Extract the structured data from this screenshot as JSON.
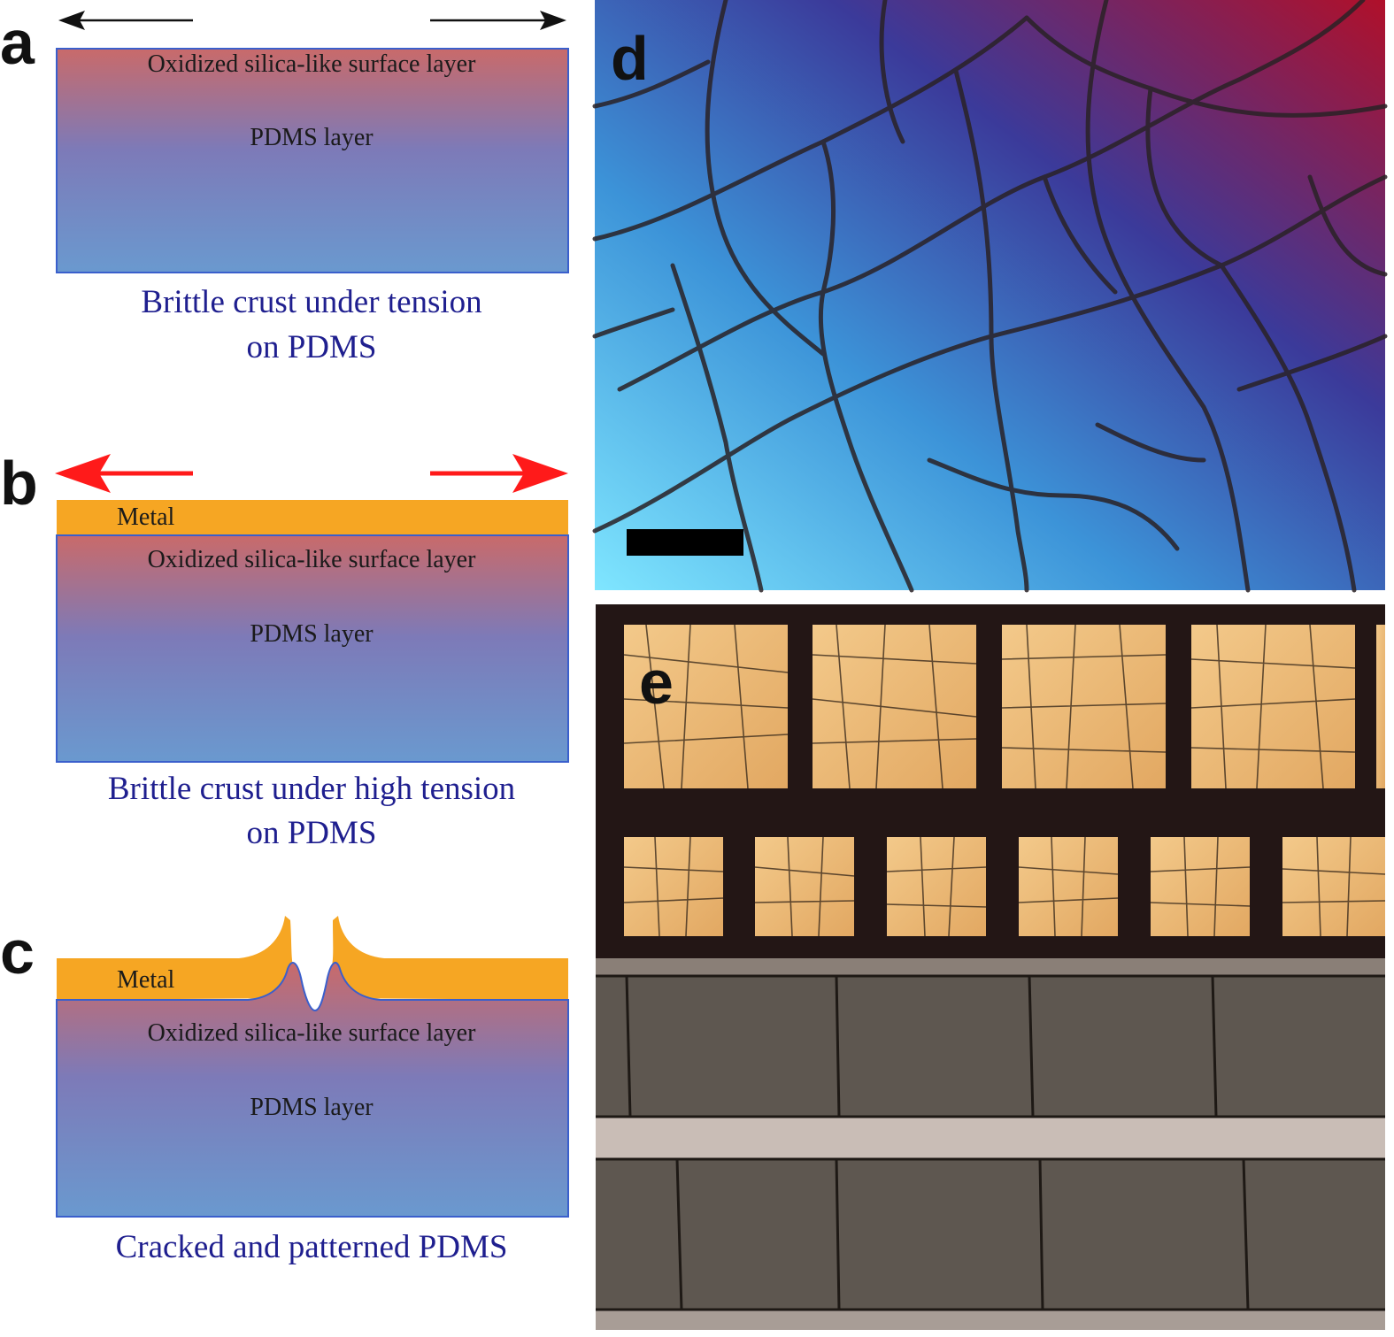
{
  "panel_a": {
    "letter": "a",
    "surface_label": "Oxidized silica-like surface layer",
    "pdms_label": "PDMS layer",
    "caption_line1": "Brittle crust under tension",
    "caption_line2": "on PDMS"
  },
  "panel_b": {
    "letter": "b",
    "metal_label": "Metal",
    "surface_label": "Oxidized silica-like surface layer",
    "pdms_label": "PDMS layer",
    "caption_line1": "Brittle crust under high tension",
    "caption_line2": "on PDMS"
  },
  "panel_c": {
    "letter": "c",
    "metal_label": "Metal",
    "surface_label": "Oxidized silica-like surface layer",
    "pdms_label": "PDMS layer",
    "caption_line1": "Cracked and patterned PDMS"
  },
  "panel_d": {
    "letter": "d"
  },
  "panel_e": {
    "letter": "e"
  },
  "colors": {
    "crust_red": "#c96a6a",
    "pdms_blue": "#6a97cc",
    "metal_orange": "#f6a623",
    "border_blue": "#3a5fcc",
    "tension_red": "#ff1a1a",
    "arrow_black": "#111111",
    "caption_navy": "#1f1f8f"
  }
}
